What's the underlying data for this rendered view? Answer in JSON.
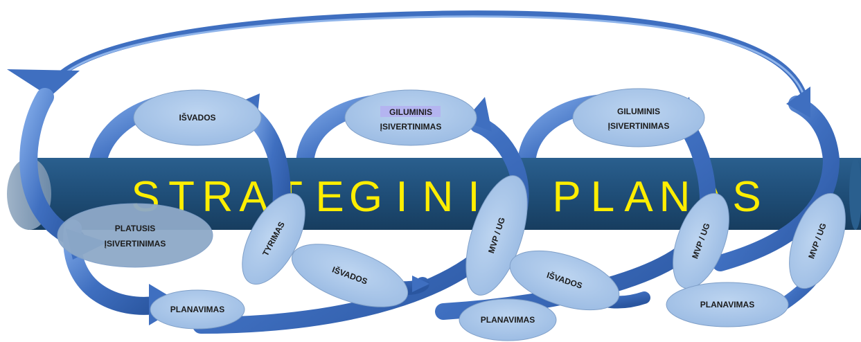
{
  "banner": {
    "title_letters": [
      "S",
      "T",
      "R",
      "A",
      "T",
      "E",
      "G",
      "I",
      "N",
      "I",
      "S",
      "P",
      "L",
      "A",
      "N",
      "A",
      "S"
    ],
    "color": "#ffee00",
    "fill": "#1f4e78"
  },
  "nodes": {
    "isvados_top": "IŠVADOS",
    "giluminis_1_line1": "GILUMINIS",
    "giluminis_1_line2": "ĮSIVERTINIMAS",
    "giluminis_2_line1": "GILUMINIS",
    "giluminis_2_line2": "ĮSIVERTINIMAS",
    "platusis_line1": "PLATUSIS",
    "platusis_line2": "ĮSIVERTINIMAS",
    "tyrimas": "TYRIMAS",
    "isvados_mid_1": "IŠVADOS",
    "isvados_mid_2": "IŠVADOS",
    "mvp_1": "MVP / UG",
    "mvp_2": "MVP / UG",
    "mvp_3": "MVP / UG",
    "planavimas_1": "PLANAVIMAS",
    "planavimas_2": "PLANAVIMAS",
    "planavimas_3": "PLANAVIMAS"
  },
  "colors": {
    "ellipse_fill": "#a9c6e8",
    "arrow_dark": "#2e5ea8",
    "arrow_light": "#6f9be0",
    "highlight": "#b4b4f0"
  }
}
